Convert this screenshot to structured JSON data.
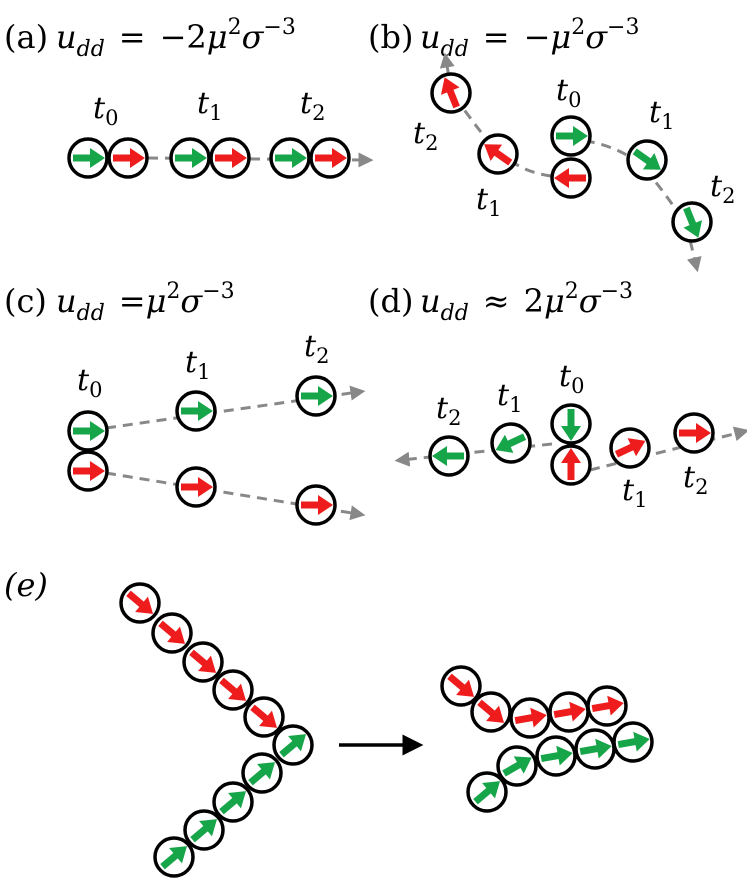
{
  "colors": {
    "green": "#17a54a",
    "red": "#ee1c1c",
    "outline": "#000000",
    "path": "#888888"
  },
  "panels": {
    "a": {
      "label": "(a)",
      "equation": {
        "var": "u",
        "sub": "dd",
        "rel": "=",
        "coef": "−2",
        "mu": "μ",
        "mu_exp": "2",
        "sigma": "σ",
        "sigma_exp": "−3"
      },
      "times": [
        {
          "t": "t",
          "sub": "0"
        },
        {
          "t": "t",
          "sub": "1"
        },
        {
          "t": "t",
          "sub": "2"
        }
      ]
    },
    "b": {
      "label": "(b)",
      "equation": {
        "var": "u",
        "sub": "dd",
        "rel": "=",
        "coef": "−",
        "mu": "μ",
        "mu_exp": "2",
        "sigma": "σ",
        "sigma_exp": "−3"
      },
      "times": [
        {
          "t": "t",
          "sub": "0"
        },
        {
          "t": "t",
          "sub": "1"
        },
        {
          "t": "t",
          "sub": "2"
        },
        {
          "t": "t",
          "sub": "1"
        },
        {
          "t": "t",
          "sub": "2"
        }
      ]
    },
    "c": {
      "label": "(c)",
      "equation": {
        "var": "u",
        "sub": "dd",
        "rel": "=",
        "coef": "",
        "mu": "μ",
        "mu_exp": "2",
        "sigma": "σ",
        "sigma_exp": "−3"
      },
      "times": [
        {
          "t": "t",
          "sub": "0"
        },
        {
          "t": "t",
          "sub": "1"
        },
        {
          "t": "t",
          "sub": "2"
        }
      ]
    },
    "d": {
      "label": "(d)",
      "equation": {
        "var": "u",
        "sub": "dd",
        "rel": "≈",
        "coef": "2",
        "mu": "μ",
        "mu_exp": "2",
        "sigma": "σ",
        "sigma_exp": "−3"
      },
      "times": [
        {
          "t": "t",
          "sub": "0"
        },
        {
          "t": "t",
          "sub": "1"
        },
        {
          "t": "t",
          "sub": "2"
        },
        {
          "t": "t",
          "sub": "1"
        },
        {
          "t": "t",
          "sub": "2"
        }
      ]
    },
    "e": {
      "label": "(e)"
    }
  }
}
